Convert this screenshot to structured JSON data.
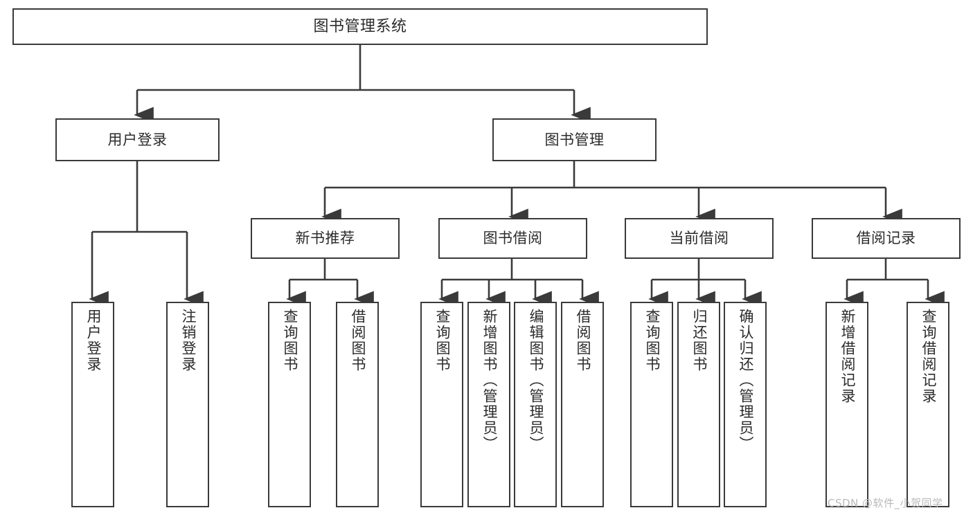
{
  "diagram": {
    "title": "图书管理系统",
    "watermark": "CSDN @软件_小贺同学",
    "line_color": "#3a3a3a",
    "box_border_color": "#3a3a3a",
    "box_fill_color": "#ffffff",
    "text_color": "#2b2b2b",
    "background_color": "#ffffff",
    "type": "tree-hierarchy"
  },
  "root": {
    "label": "图书管理系统"
  },
  "level2": [
    {
      "label": "用户登录"
    },
    {
      "label": "图书管理"
    }
  ],
  "level3": [
    {
      "label": "新书推荐"
    },
    {
      "label": "图书借阅"
    },
    {
      "label": "当前借阅"
    },
    {
      "label": "借阅记录"
    }
  ],
  "leaves": {
    "user_login": [
      {
        "label": "用户登录"
      },
      {
        "label": "注销登录"
      }
    ],
    "new_book_recommend": [
      {
        "label": "查询图书"
      },
      {
        "label": "借阅图书"
      }
    ],
    "book_borrow": [
      {
        "label": "查询图书"
      },
      {
        "label": "新增图书（管理员）"
      },
      {
        "label": "编辑图书（管理员）"
      },
      {
        "label": "借阅图书"
      }
    ],
    "current_borrow": [
      {
        "label": "查询图书"
      },
      {
        "label": "归还图书"
      },
      {
        "label": "确认归还（管理员）"
      }
    ],
    "borrow_record": [
      {
        "label": "新增借阅记录"
      },
      {
        "label": "查询借阅记录"
      }
    ]
  }
}
